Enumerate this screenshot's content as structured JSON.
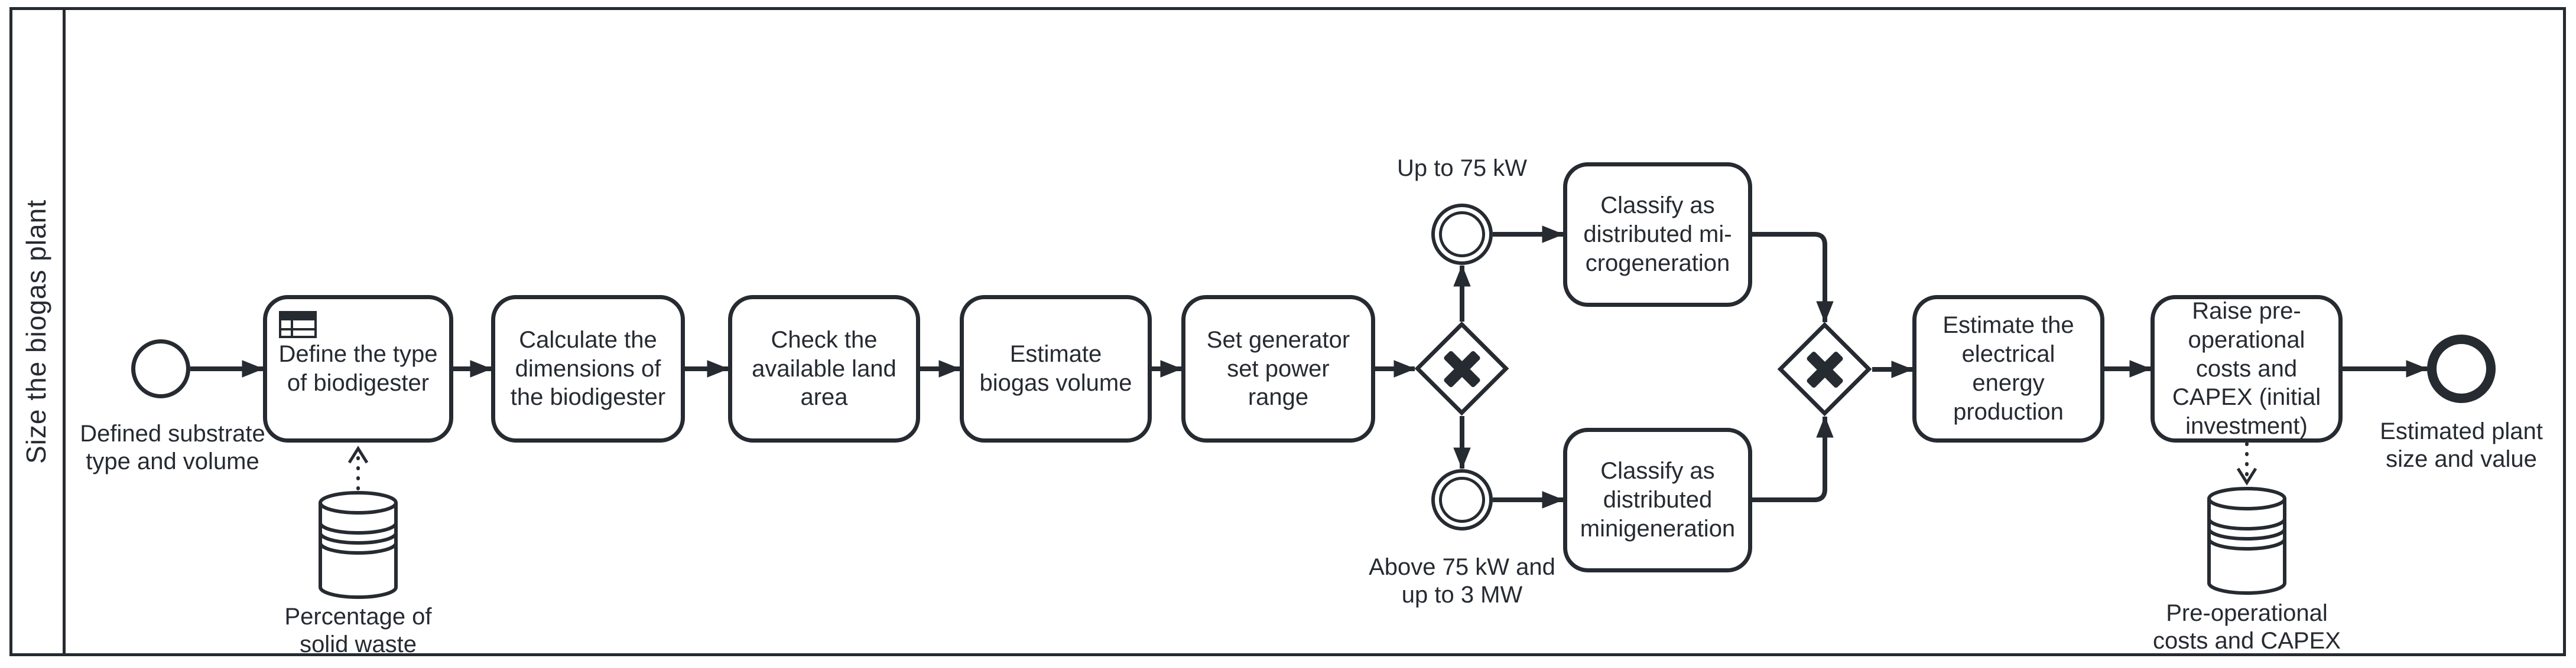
{
  "diagram": {
    "type": "BPMN process diagram",
    "lane": {
      "label": "Size the biogas plant"
    }
  },
  "events": {
    "start": {
      "label": "Defined substrate\ntype and volume"
    },
    "intermediate_upper": {
      "label": "Up to 75 kW"
    },
    "intermediate_lower": {
      "label": "Above 75 kW and\nup to 3 MW"
    },
    "end": {
      "label": "Estimated plant\nsize and value"
    }
  },
  "tasks": [
    {
      "id": "define-biodigester-type",
      "label": "Define the type\nof biodigester",
      "icon": "business-rule-table-icon"
    },
    {
      "id": "calculate-dimensions",
      "label": "Calculate the\ndimensions of\nthe biodigester"
    },
    {
      "id": "check-land-area",
      "label": "Check the\navailable land\narea"
    },
    {
      "id": "estimate-biogas-volume",
      "label": "Estimate\nbiogas volume"
    },
    {
      "id": "set-generator-power-range",
      "label": "Set generator\nset power\nrange"
    },
    {
      "id": "classify-microgeneration",
      "label": "Classify as\ndistributed mi-\ncrogeneration"
    },
    {
      "id": "classify-minigeneration",
      "label": "Classify as\ndistributed\nminigeneration"
    },
    {
      "id": "estimate-electrical-energy",
      "label": "Estimate the\nelectrical\nenergy\nproduction"
    },
    {
      "id": "raise-capex",
      "label": "Raise pre-\noperational\ncosts and\nCAPEX (initial\ninvestment)"
    }
  ],
  "gateways": [
    {
      "id": "power-range-split",
      "type": "exclusive",
      "marker": "X"
    },
    {
      "id": "classification-merge",
      "type": "exclusive",
      "marker": "X"
    }
  ],
  "data_stores": [
    {
      "id": "solid-waste-store",
      "label": "Percentage of\nsolid waste",
      "icon": "data-store-cylinder-icon"
    },
    {
      "id": "capex-store",
      "label": "Pre-operational\ncosts and CAPEX",
      "icon": "data-store-cylinder-icon"
    }
  ],
  "colors": {
    "ink": "#262a31",
    "background": "#ffffff"
  }
}
